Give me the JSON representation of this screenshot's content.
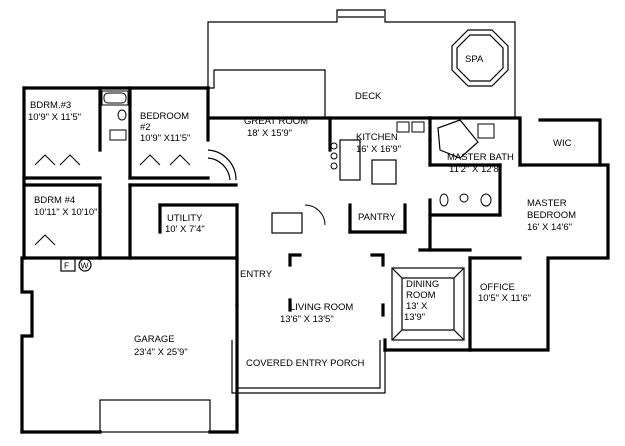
{
  "rooms": {
    "spa": "SPA",
    "deck": "DECK",
    "great_room": {
      "name": "GREAT ROOM",
      "dims": "18' X 15'9\""
    },
    "bdrm3": {
      "name": "BDRM.#3",
      "dims": "10'9\" X 11'5\""
    },
    "bedroom2": {
      "name": "BEDROOM",
      "num": "#2",
      "dims": "10'9\" X11'5\""
    },
    "kitchen": {
      "name": "KITCHEN",
      "dims": "16' X 16'9\""
    },
    "master_bath": {
      "name": "MASTER BATH",
      "dims": "11'2\" X 12'8\""
    },
    "wic": "WIC",
    "master_bedroom": {
      "name": "MASTER",
      "name2": "BEDROOM",
      "dims": "16' X 14'6\""
    },
    "bdrm4": {
      "name": "BDRM #4",
      "dims": "10'11\" X 10'10\""
    },
    "utility": {
      "name": "UTILITY",
      "dims": "10' X 7'4\""
    },
    "pantry": "PANTRY",
    "entry": "ENTRY",
    "dining": {
      "name": "DINING",
      "name2": "ROOM",
      "dims1": "13' X",
      "dims2": "13'9\""
    },
    "office": {
      "name": "OFFICE",
      "dims": "10'5\" X 11'6\""
    },
    "living_room": {
      "name": "LIVING ROOM",
      "dims": "13'6\" X 13'5\""
    },
    "garage": {
      "name": "GARAGE",
      "dims": "23'4\" X 25'9\""
    },
    "porch": "COVERED ENTRY PORCH"
  },
  "symbols": {
    "furnace": "F",
    "water_heater": "W"
  }
}
